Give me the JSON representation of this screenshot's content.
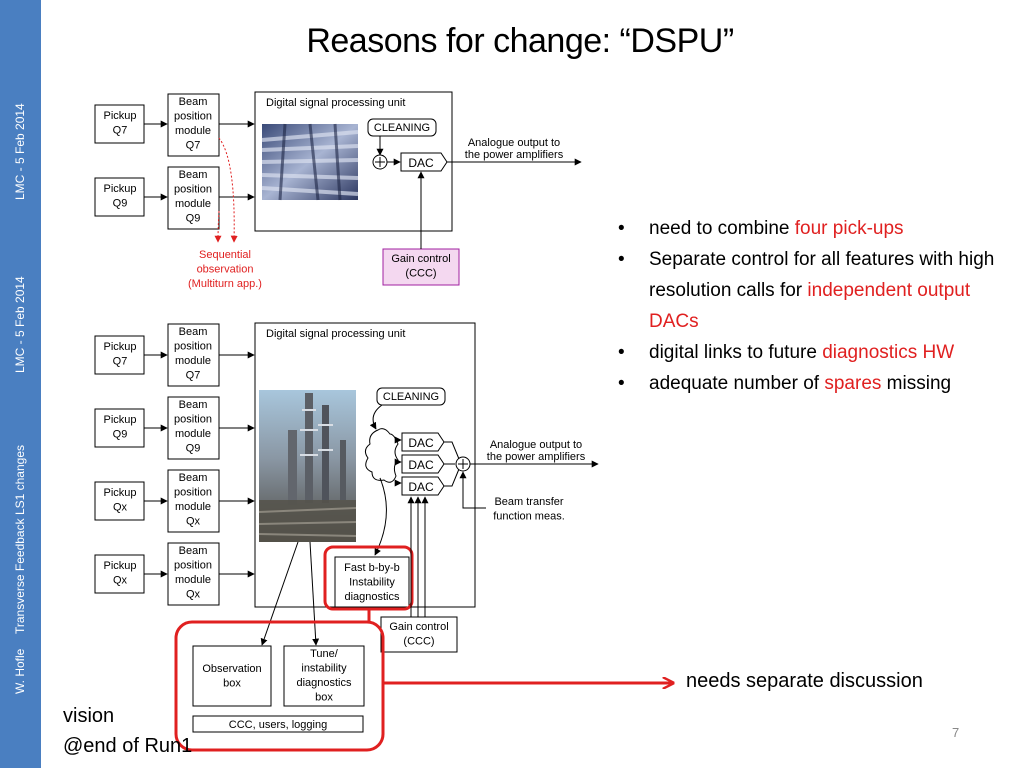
{
  "sidebar": {
    "author": "W. Hofle",
    "footer": "Transverse Feedback LS1 changes",
    "meeting_1": "LMC - 5 Feb 2014",
    "meeting_2": "LMC  -  5 Feb 2014"
  },
  "title": "Reasons for change: “DSPU”",
  "top_diagram": {
    "pickups": [
      "Pickup\nQ7",
      "Pickup\nQ9"
    ],
    "modules": [
      "Beam\nposition\nmodule\nQ7",
      "Beam\nposition\nmodule\nQ9"
    ],
    "dspu_label": "Digital signal processing unit",
    "cleaning": "CLEANING",
    "dac": "DAC",
    "analogue_output": "Analogue output to\nthe power amplifiers",
    "gain_control": "Gain control\n(CCC)",
    "sequential": "Sequential\nobservation\n(Multiturn app.)"
  },
  "bottom_diagram": {
    "pickups": [
      "Pickup\nQ7",
      "Pickup\nQ9",
      "Pickup\nQx",
      "Pickup\nQx"
    ],
    "modules": [
      "Beam\nposition\nmodule\nQ7",
      "Beam\nposition\nmodule\nQ9",
      "Beam\nposition\nmodule\nQx",
      "Beam\nposition\nmodule\nQx"
    ],
    "dspu_label": "Digital signal processing unit",
    "cleaning": "CLEANING",
    "dacs": [
      "DAC",
      "DAC",
      "DAC"
    ],
    "analogue_output": "Analogue output to\nthe power amplifiers",
    "beam_transfer": "Beam transfer\nfunction meas.",
    "fast_diag": "Fast b-by-b\nInstability\ndiagnostics",
    "gain_control": "Gain control\n(CCC)",
    "observation_box": "Observation\nbox",
    "tune_box": "Tune/\ninstability\ndiagnostics\nbox",
    "ccc_logging": "CCC, users, logging"
  },
  "bullets": [
    {
      "text": "need to combine ",
      "highlight": "four pick-ups",
      "after": ""
    },
    {
      "text": "Separate control for all features with high resolution calls for ",
      "highlight": "independent output DACs",
      "after": ""
    },
    {
      "text": "digital links to future ",
      "highlight": "diagnostics HW",
      "after": ""
    },
    {
      "text": "adequate number of ",
      "highlight": "spares",
      "after": " missing"
    }
  ],
  "needs_discussion": "needs separate discussion",
  "vision": [
    "vision",
    "@end of Run1"
  ],
  "page_number": "7",
  "colors": {
    "sidebar": "#4a7fc1",
    "highlight_red": "#e02020",
    "gain_box_fill": "#f4d8f0",
    "gain_box_stroke": "#a020a0"
  }
}
